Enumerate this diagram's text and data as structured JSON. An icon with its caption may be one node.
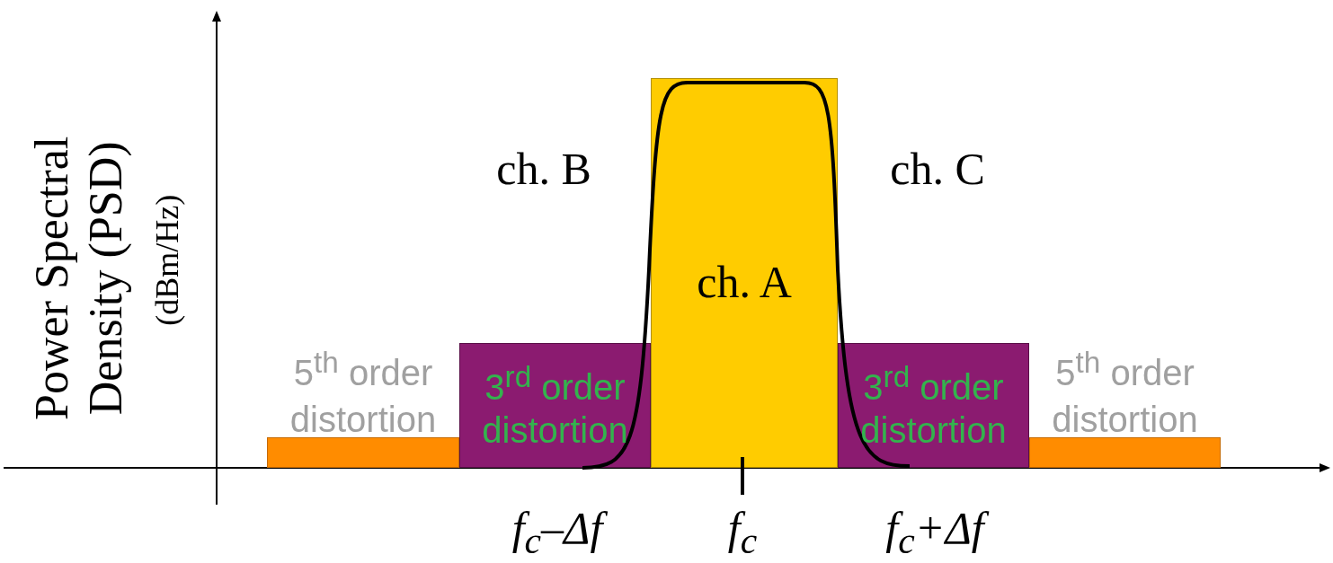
{
  "diagram": {
    "nodes": [
      {
        "text": [],
        "shape": "bar",
        "beside": [
          "5$^{th}$ order distortion"
        ]
      },
      {
        "text": [
          "3$^{rd}$ order distortion"
        ]
      },
      {
        "text": [
          "ch. A"
        ]
      },
      {
        "text": [
          "3$^{rd}$ order distortion"
        ]
      },
      {
        "text": [],
        "shape": "bar",
        "beside": [
          "5$^{th}$ order distortion"
        ]
      }
    ],
    "edges": [],
    "labels": [
      "Power Spectral Density (PSD)",
      "(dBm/Hz)",
      "ch. B",
      "ch. C",
      "f$_{c}$–Δf",
      "f$_{c}$",
      "f$_{c}$+Δf"
    ]
  }
}
